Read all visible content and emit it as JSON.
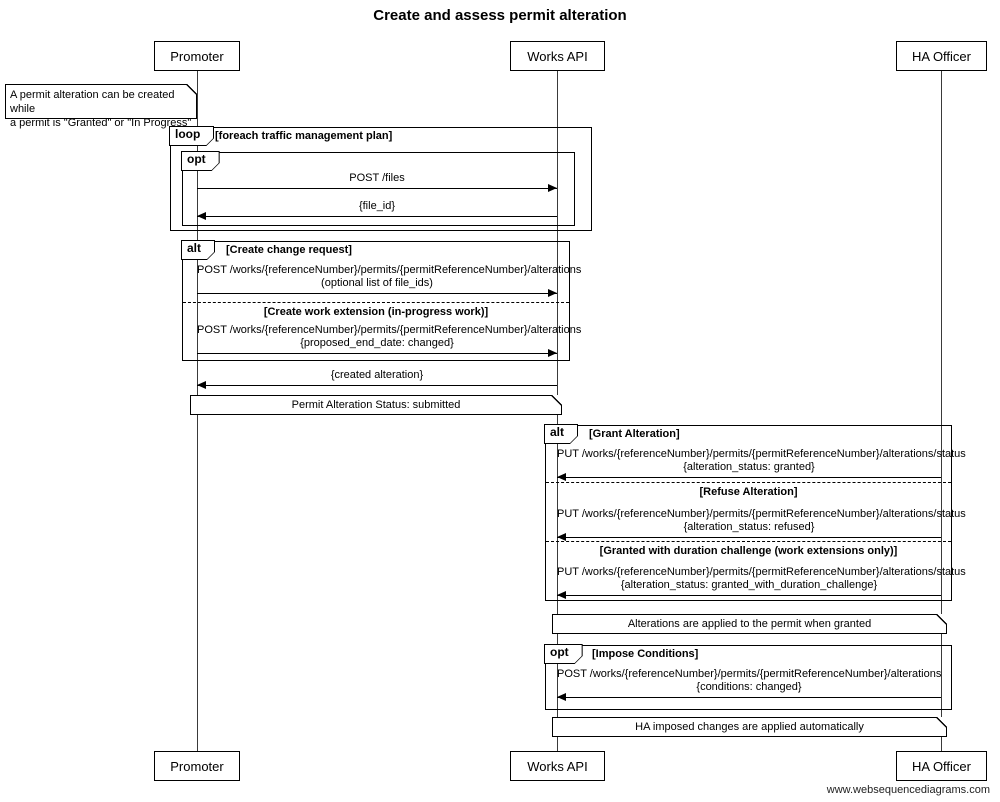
{
  "title": "Create and assess permit alteration",
  "watermark": "www.websequencediagrams.com",
  "actors": {
    "promoter": "Promoter",
    "works_api": "Works API",
    "ha_officer": "HA Officer"
  },
  "notes": {
    "permit_note_line1": "A permit alteration can be created while",
    "permit_note_line2": "a permit is \"Granted\" or \"In Progress\"",
    "status_submitted": "Permit Alteration Status: submitted",
    "alterations_applied": "Alterations are applied to the permit when granted",
    "ha_changes_applied": "HA imposed changes are applied automatically"
  },
  "fragments": {
    "loop": {
      "label": "loop",
      "condition": "[foreach traffic management plan]"
    },
    "opt_files": {
      "label": "opt"
    },
    "alt_create": {
      "label": "alt",
      "condition": "[Create change request]",
      "divider": "[Create work extension (in-progress work)]"
    },
    "alt_assess": {
      "label": "alt",
      "condition": "[Grant Alteration]",
      "divider_refuse": "[Refuse Alteration]",
      "divider_duration": "[Granted with duration challenge (work extensions only)]"
    },
    "opt_conditions": {
      "label": "opt",
      "condition": "[Impose Conditions]"
    }
  },
  "messages": {
    "post_files": {
      "line1": "POST /files"
    },
    "file_id": {
      "line1": "{file_id}"
    },
    "post_alterations": {
      "line1": "POST /works/{referenceNumber}/permits/{permitReferenceNumber}/alterations",
      "line2": "(optional list of file_ids)"
    },
    "post_extension": {
      "line1": "POST /works/{referenceNumber}/permits/{permitReferenceNumber}/alterations",
      "line2": "{proposed_end_date: changed}"
    },
    "created_alteration": {
      "line1": "{created alteration}"
    },
    "put_granted": {
      "line1": "PUT /works/{referenceNumber}/permits/{permitReferenceNumber}/alterations/status",
      "line2": "{alteration_status: granted}"
    },
    "put_refused": {
      "line1": "PUT /works/{referenceNumber}/permits/{permitReferenceNumber}/alterations/status",
      "line2": "{alteration_status: refused}"
    },
    "put_duration": {
      "line1": "PUT /works/{referenceNumber}/permits/{permitReferenceNumber}/alterations/status",
      "line2": "{alteration_status: granted_with_duration_challenge}"
    },
    "post_conditions": {
      "line1": "POST /works/{referenceNumber}/permits/{permitReferenceNumber}/alterations",
      "line2": "{conditions: changed}"
    }
  }
}
